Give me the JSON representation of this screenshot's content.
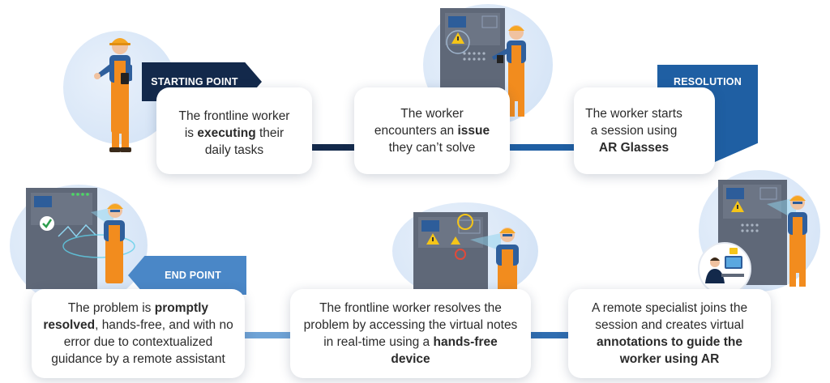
{
  "stages": [
    {
      "tag": "STARTING POINT",
      "pre": "The frontline worker is ",
      "bold": "executing",
      "post": " their daily tasks"
    },
    {
      "pre": "The worker encounters an ",
      "bold": "issue",
      "post": " they can’t solve"
    },
    {
      "tag": "RESOLUTION",
      "pre": "The worker starts a session using ",
      "bold": "AR Glasses",
      "post": ""
    },
    {
      "pre": "A remote specialist joins the session and creates virtual ",
      "bold": "annotations to guide the worker using AR",
      "post": ""
    },
    {
      "pre": "The frontline worker resolves the problem by accessing the virtual notes in real-time using a ",
      "bold": "hands-free device",
      "post": ""
    },
    {
      "tag": "END POINT",
      "pre": "The problem is ",
      "bold": "promptly resolved",
      "post": ", hands-free, and with no error due to contextualized guidance by a remote assistant"
    }
  ],
  "colors": {
    "dark_navy": "#13294b",
    "mid_blue": "#1f5fa3",
    "light_blue": "#4a87c7",
    "pale_blue": "#7aaed8",
    "worker_orange": "#f28c1e",
    "worker_shirt": "#2f5f9c",
    "machine_gray": "#5f6878"
  },
  "icons": [
    "worker-pointing-icon",
    "control-panel-warning-icon",
    "ar-glasses-worker-icon",
    "remote-specialist-icon",
    "ar-annotation-icon",
    "resolved-checkmark-icon"
  ]
}
